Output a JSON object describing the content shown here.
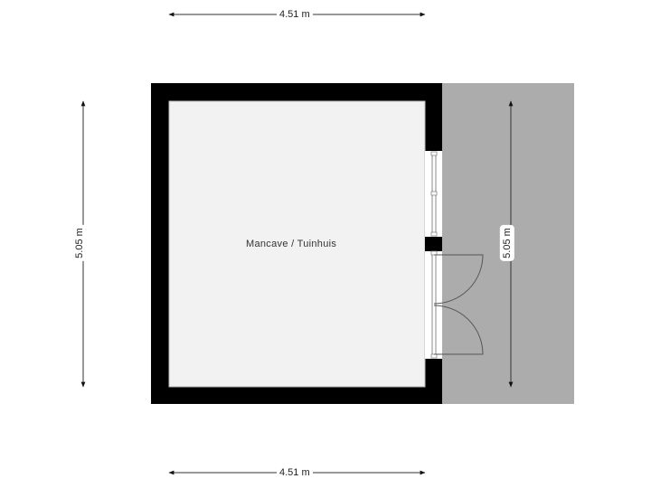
{
  "plan": {
    "room": {
      "label": "Mancave / Tuinhuis"
    },
    "dimensions": {
      "top": "4.51 m",
      "bottom": "4.51 m",
      "left": "5.05 m",
      "terrace": "5.05 m"
    },
    "colors": {
      "wall": "#000000",
      "floor": "#f2f2f2",
      "terrace": "#acacac",
      "dimension_line": "#333333"
    }
  }
}
